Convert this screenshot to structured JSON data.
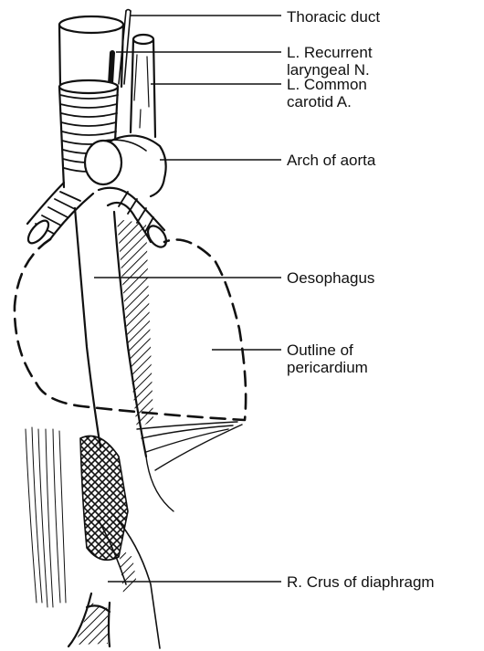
{
  "figure": {
    "labels": {
      "thoracic_duct": "Thoracic duct",
      "recurrent_laryngeal_1": "L. Recurrent",
      "recurrent_laryngeal_2": "laryngeal N.",
      "common_carotid_1": "L. Common",
      "common_carotid_2": "carotid A.",
      "arch_of_aorta": "Arch of aorta",
      "oesophagus": "Oesophagus",
      "pericardium_1": "Outline of",
      "pericardium_2": "pericardium",
      "crus": "R. Crus of diaphragm"
    }
  }
}
